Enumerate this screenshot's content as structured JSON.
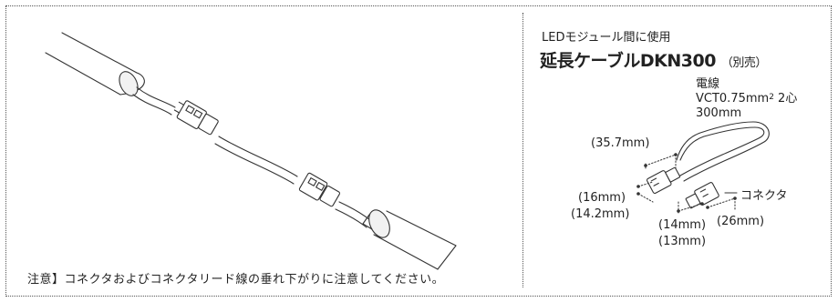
{
  "caption": "注意】コネクタおよびコネクタリード線の垂れ下がりに注意してください。",
  "product": {
    "subtitle": "LEDモジュール間に使用",
    "title": "延長ケーブルDKN300",
    "title_note": "（別売）"
  },
  "wire": {
    "name": "電線",
    "spec_prefix": "VCT0.75mm",
    "spec_sup": "2",
    "spec_suffix": " 2心",
    "length": "300mm"
  },
  "dimensions": {
    "d1": "(35.7mm)",
    "d2": "(16mm)",
    "d3": "(14.2mm)",
    "d4": "(14mm)",
    "d5": "(13mm)",
    "d6": "(26mm)",
    "connector_label": "コネクタ"
  }
}
